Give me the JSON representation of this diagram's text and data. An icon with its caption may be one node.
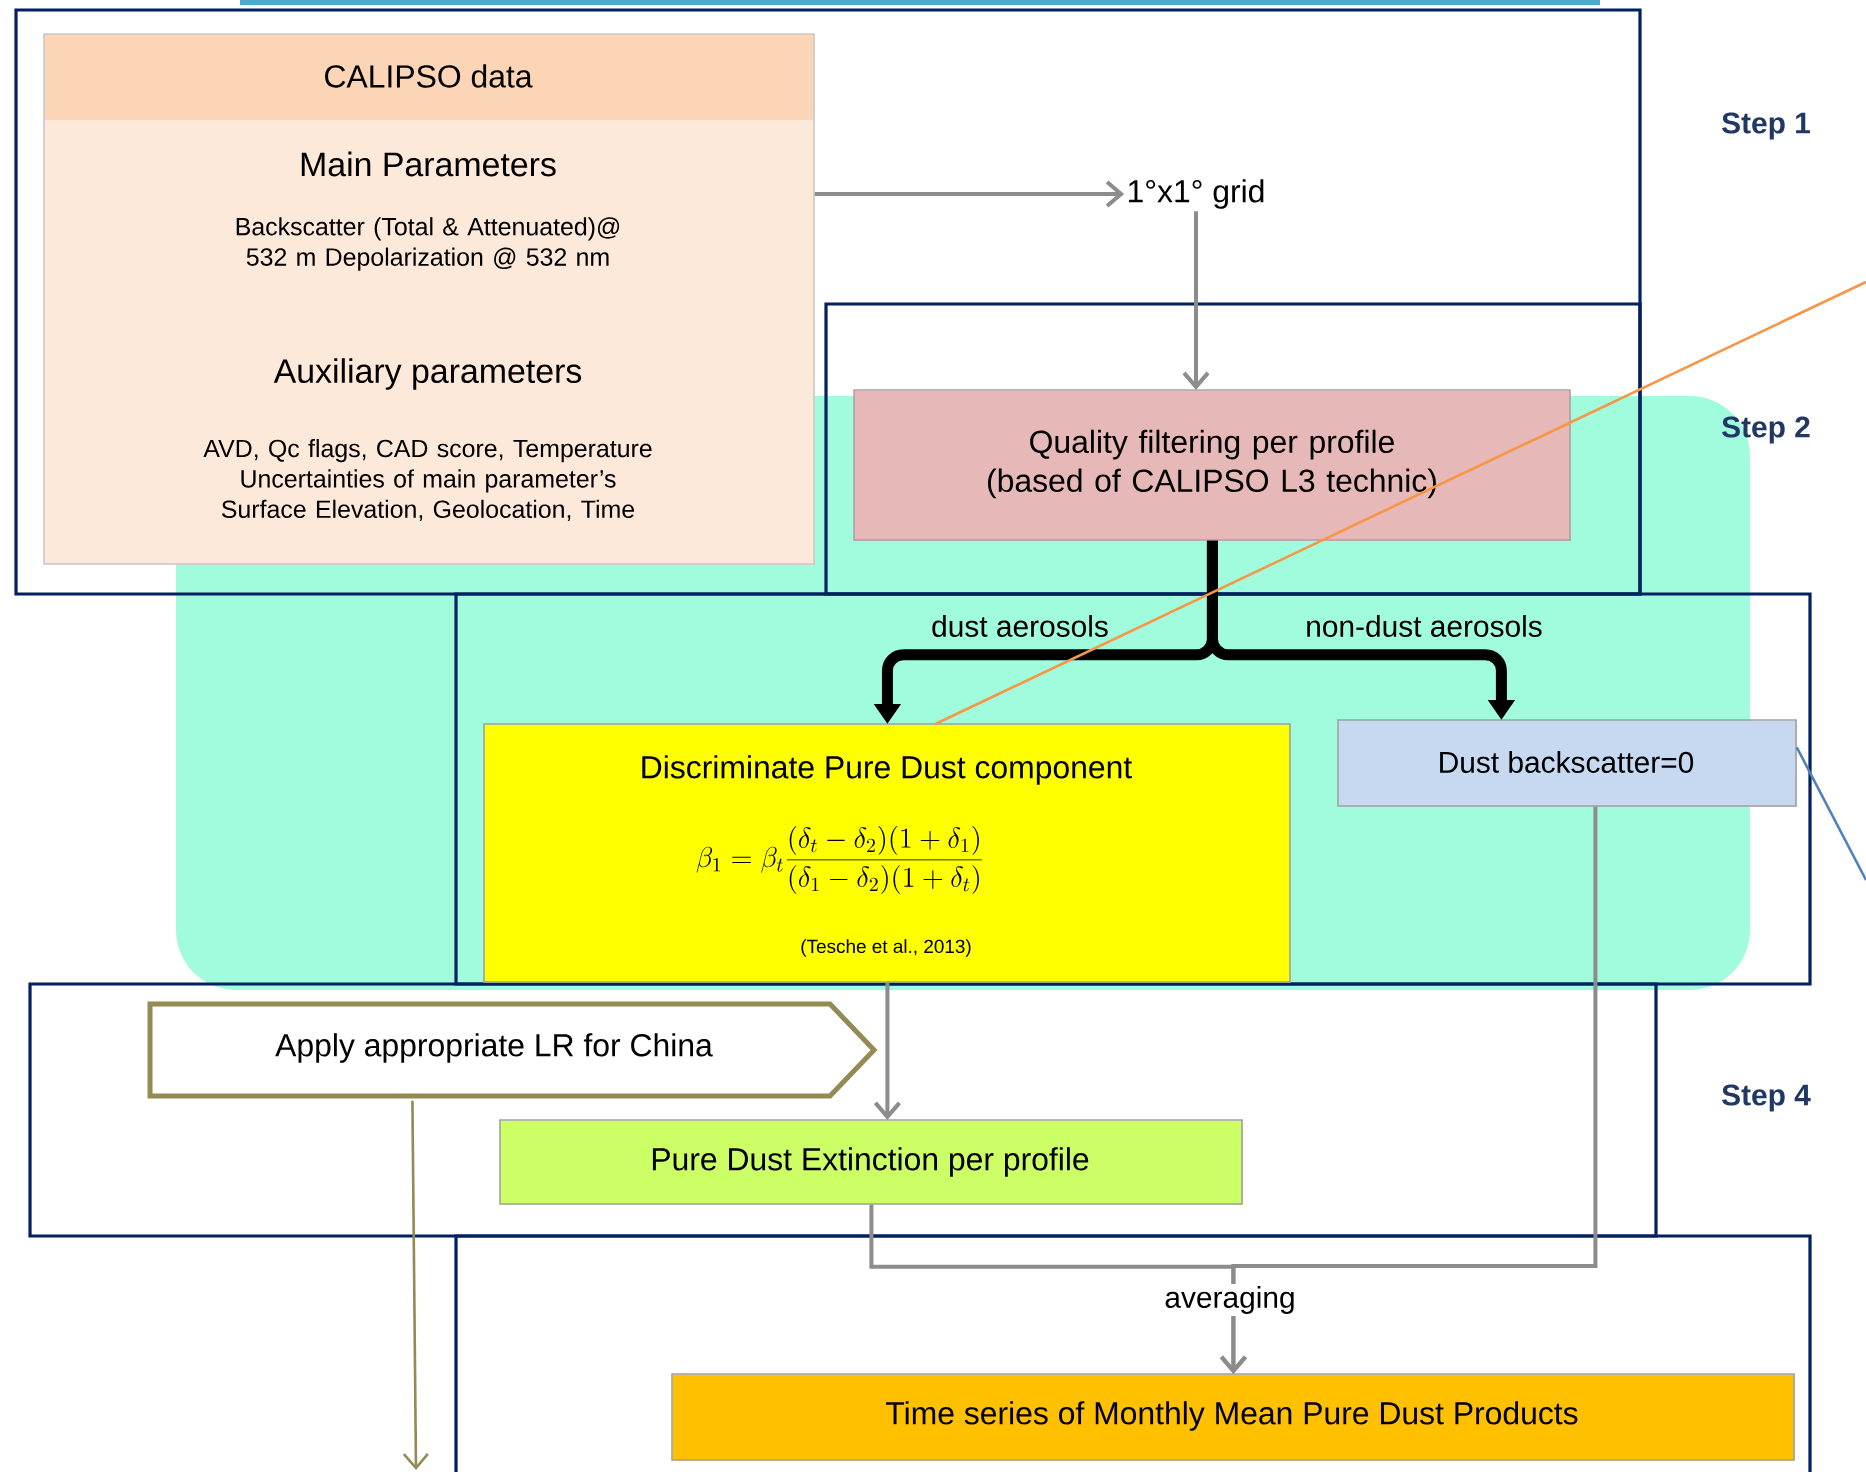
{
  "diagram": {
    "nodes": [
      {
        "text": [
          "CALIPSO data",
          "Main Parameters",
          "Backscatter (Total & Attenuated)@ 532 m Depolarization @ 532 nm",
          "Auxiliary parameters",
          "AVD, Qc flags, CAD score, Temperature Uncertainties of main parameter’s Surface Elevation, Geolocation, Time"
        ]
      },
      {
        "text": [
          "1°x1° grid"
        ]
      },
      {
        "text": [
          "Quality filtering per profile (based of CALIPSO L3 technic)"
        ]
      },
      {
        "text": [
          "Discriminate Pure Dust component",
          "\\beta_1 = \\beta_t \\frac{(\\delta_t - \\delta_2)(1+\\delta_1)}{(\\delta_1 - \\delta_2)(1+\\delta_t)}",
          "(Tesche et al., 2013)"
        ]
      },
      {
        "text": [
          "Dust backscatter=0"
        ]
      },
      {
        "text": [
          "Apply appropriate LR for China"
        ]
      },
      {
        "text": [
          "Pure Dust Extinction per profile"
        ]
      },
      {
        "text": [
          "Time series of Monthly Mean Pure Dust Products"
        ]
      }
    ],
    "edges": [
      {
        "from": 0,
        "to": 1,
        "arrow": "to"
      },
      {
        "from": 1,
        "to": 2,
        "arrow": "to"
      },
      {
        "from": 2,
        "to": 3,
        "arrow": "to",
        "label": "dust aerosols",
        "style": "thick",
        "color": "#000000"
      },
      {
        "from": 2,
        "to": 4,
        "arrow": "to",
        "label": "non-dust aerosols",
        "style": "thick",
        "color": "#000000"
      },
      {
        "from": 3,
        "to": 6,
        "arrow": "to"
      },
      {
        "from": 6,
        "to": 7,
        "arrow": "to",
        "label": "averaging"
      },
      {
        "from": 4,
        "to": 7,
        "arrow": "to"
      },
      {
        "from": 5,
        "to": null,
        "arrow": "to",
        "color": "#948a54"
      },
      {
        "from": null,
        "to": 3,
        "arrow": "none",
        "color": "#f79646"
      },
      {
        "from": 4,
        "to": null,
        "arrow": "none",
        "color": "#4f81bd"
      }
    ],
    "labels": [
      "Step 1",
      "Step 2",
      "Step 4"
    ]
  }
}
